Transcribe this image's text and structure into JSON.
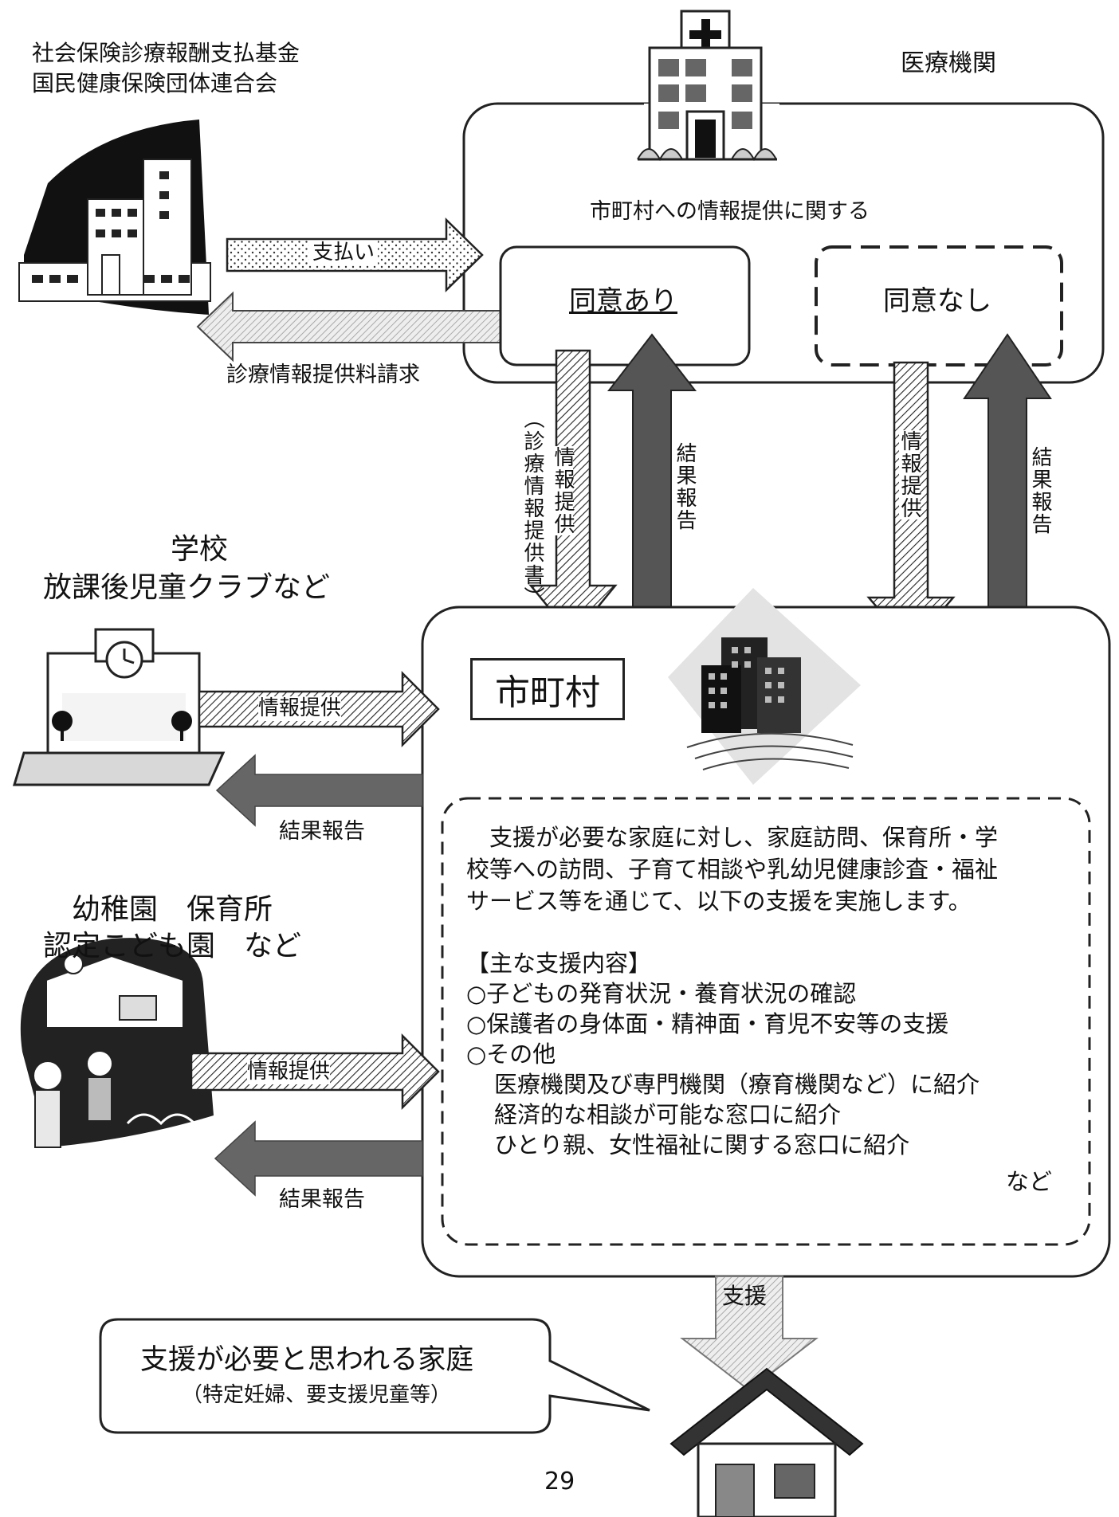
{
  "org": {
    "line1": "社会保険診療報酬支払基金",
    "line2": "国民健康保険団体連合会"
  },
  "medical": {
    "title": "医療機関",
    "header": "市町村への情報提供に関する",
    "consent_yes": "同意あり",
    "consent_no": "同意なし"
  },
  "payment": {
    "pay_label": "支払い",
    "claim_label": "診療情報提供料請求"
  },
  "vertical": {
    "info_provide_doc": "情報提供",
    "info_provide_doc_sub": "（診療情報提供書）",
    "result_report_1": "結果報告",
    "info_provide": "情報提供",
    "result_report_2": "結果報告"
  },
  "school": {
    "line1": "学校",
    "line2": "放課後児童クラブなど",
    "info": "情報提供",
    "result": "結果報告"
  },
  "kinder": {
    "line1": "幼稚園　保育所",
    "line2": "認定こども園　など",
    "info": "情報提供",
    "result": "結果報告"
  },
  "municipality": {
    "title": "市町村",
    "intro": [
      "　支援が必要な家庭に対し、家庭訪問、保育所・学",
      "校等への訪問、子育て相談や乳幼児健康診査・福祉",
      "サービス等を通じて、以下の支援を実施します。"
    ],
    "heading": "【主な支援内容】",
    "items": [
      "○子どもの発育状況・養育状況の確認",
      "○保護者の身体面・精神面・育児不安等の支援",
      "○その他"
    ],
    "sub_items": [
      "医療機関及び専門機関（療育機関など）に紹介",
      "経済的な相談が可能な窓口に紹介",
      "ひとり親、女性福祉に関する窓口に紹介"
    ],
    "etc": "など"
  },
  "support_label": "支援",
  "family": {
    "line1": "支援が必要と思われる家庭",
    "line2": "（特定妊婦、要支援児童等）"
  },
  "page_number": "29"
}
